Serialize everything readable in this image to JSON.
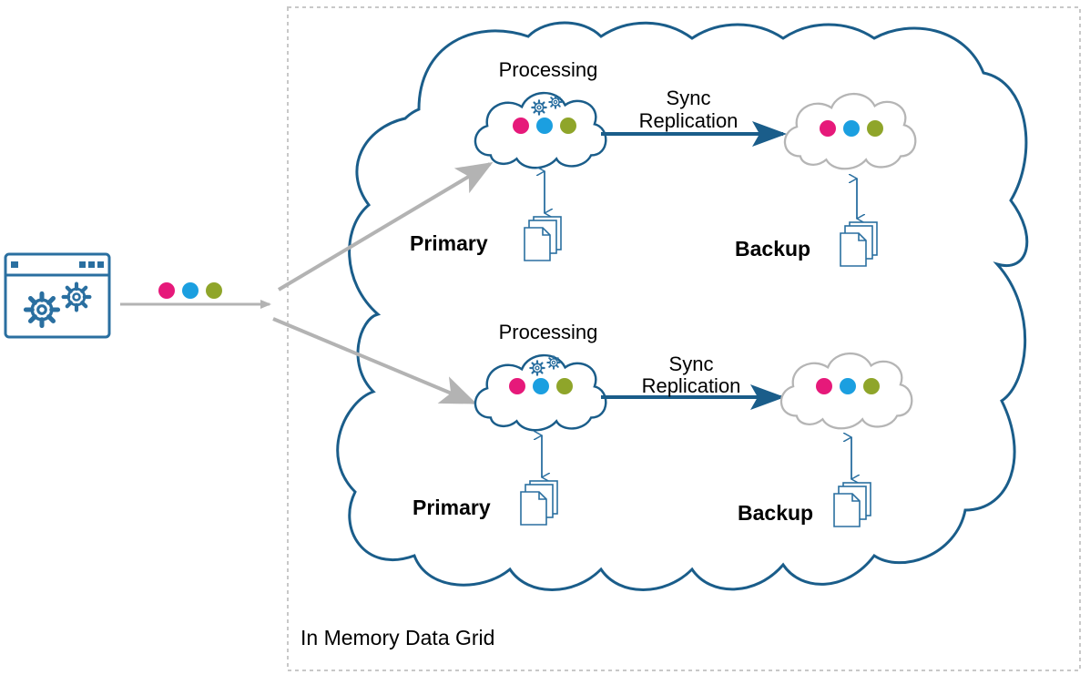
{
  "colors": {
    "cloud_stroke": "#1a5d8a",
    "icon_blue": "#2a6fa0",
    "backup_cloud_stroke": "#b5b5b5",
    "flow_arrow": "#b3b3b3",
    "sync_arrow": "#1a5d8a",
    "dot_magenta": "#e6197a",
    "dot_blue": "#1b9fe0",
    "dot_green": "#8fa52a",
    "boundary": "#c8c8c8"
  },
  "client": {
    "icon": "application-gears-icon"
  },
  "grid": {
    "label": "In Memory Data Grid"
  },
  "partitions": [
    {
      "primary": {
        "processing_label": "Processing",
        "role_label": "Primary"
      },
      "sync": {
        "line1": "Sync",
        "line2": "Replication"
      },
      "backup": {
        "role_label": "Backup"
      }
    },
    {
      "primary": {
        "processing_label": "Processing",
        "role_label": "Primary"
      },
      "sync": {
        "line1": "Sync",
        "line2": "Replication"
      },
      "backup": {
        "role_label": "Backup"
      }
    }
  ]
}
